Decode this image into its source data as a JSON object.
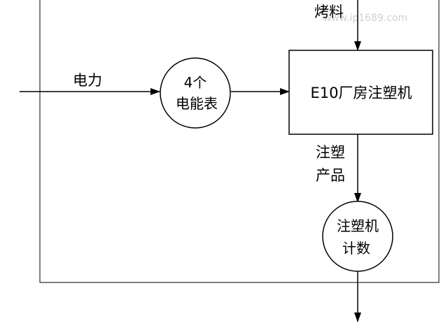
{
  "diagram": {
    "feed_label": "烤料",
    "power_label": "电力",
    "meter_node": {
      "line1": "4个",
      "line2": "电能表"
    },
    "machine_node": {
      "label": "E10厂房注塑机"
    },
    "product_label": {
      "line1": "注塑",
      "line2": "产品"
    },
    "counter_node": {
      "line1": "注塑机",
      "line2": "计数"
    },
    "watermark": "www.ip1689.com"
  }
}
